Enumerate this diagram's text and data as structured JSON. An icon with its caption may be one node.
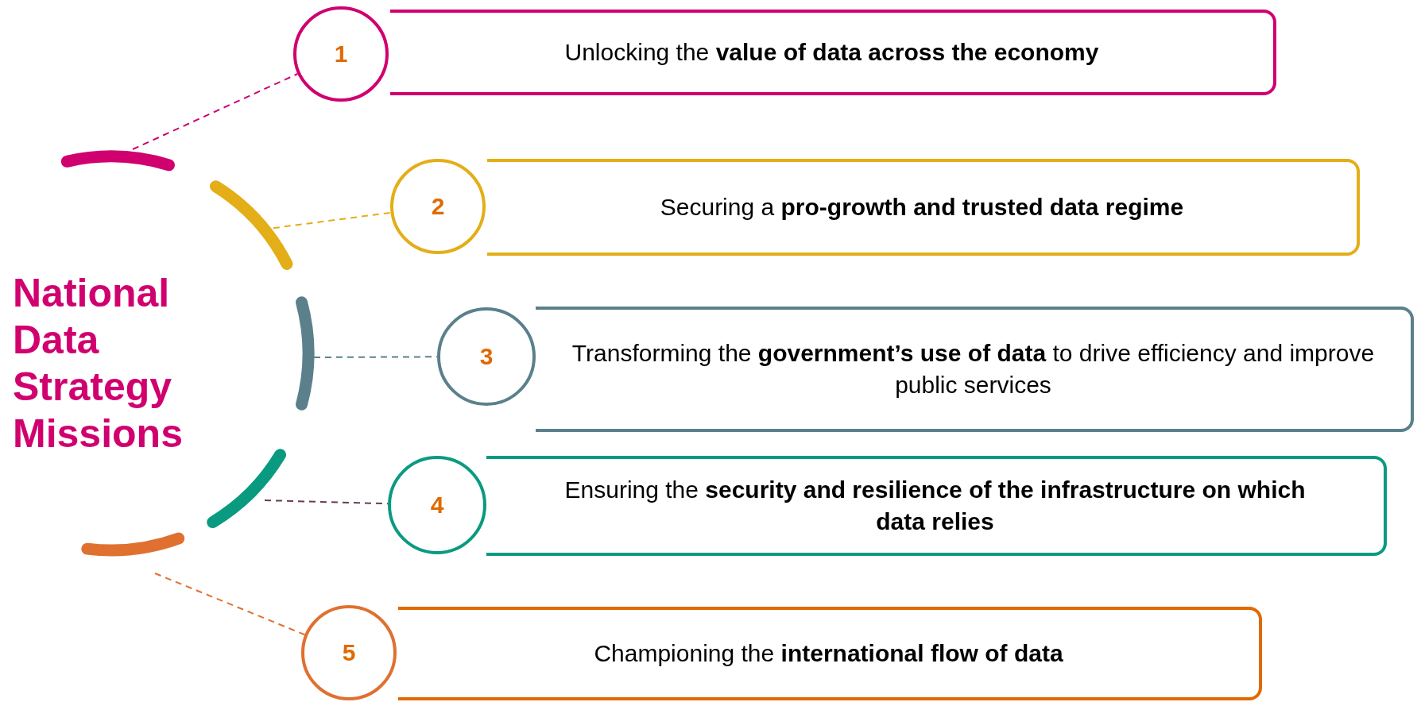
{
  "diagram": {
    "title": "National Data Strategy Missions",
    "nodes": [
      {
        "text": [],
        "shape": "arc"
      },
      {
        "text": [
          "1"
        ]
      },
      {
        "text": [
          "Unlocking the **value of data across the economy**"
        ]
      },
      {
        "text": [],
        "shape": "arc"
      },
      {
        "text": [
          "2"
        ]
      },
      {
        "text": [
          "Securing a **pro-growth and trusted data regime**"
        ]
      },
      {
        "text": [],
        "shape": "arc"
      },
      {
        "text": [
          "3"
        ]
      },
      {
        "text": [
          "Transforming the **government’s use of data** to drive efficiency and improve public services"
        ]
      },
      {
        "text": [],
        "shape": "arc"
      },
      {
        "text": [
          "4"
        ]
      },
      {
        "text": [
          "Ensuring the **security and resilience of the infrastructure on which data relies**"
        ]
      },
      {
        "text": [],
        "shape": "arc"
      },
      {
        "text": [
          "5"
        ]
      },
      {
        "text": [
          "Championing the **international flow of data**"
        ]
      }
    ],
    "edges": [
      {
        "from": 0,
        "to": 1,
        "arrow": "none",
        "style": "dashed",
        "color": "#d0006f"
      },
      {
        "from": 3,
        "to": 4,
        "arrow": "none",
        "style": "dashed",
        "color": "#e3ae17"
      },
      {
        "from": 6,
        "to": 7,
        "arrow": "none",
        "style": "dashed",
        "color": "#5b808c"
      },
      {
        "from": 9,
        "to": 10,
        "arrow": "none",
        "style": "dashed",
        "color": "#6b3a5a"
      },
      {
        "from": 12,
        "to": 13,
        "arrow": "none",
        "style": "dashed",
        "color": "#e07030"
      }
    ]
  }
}
